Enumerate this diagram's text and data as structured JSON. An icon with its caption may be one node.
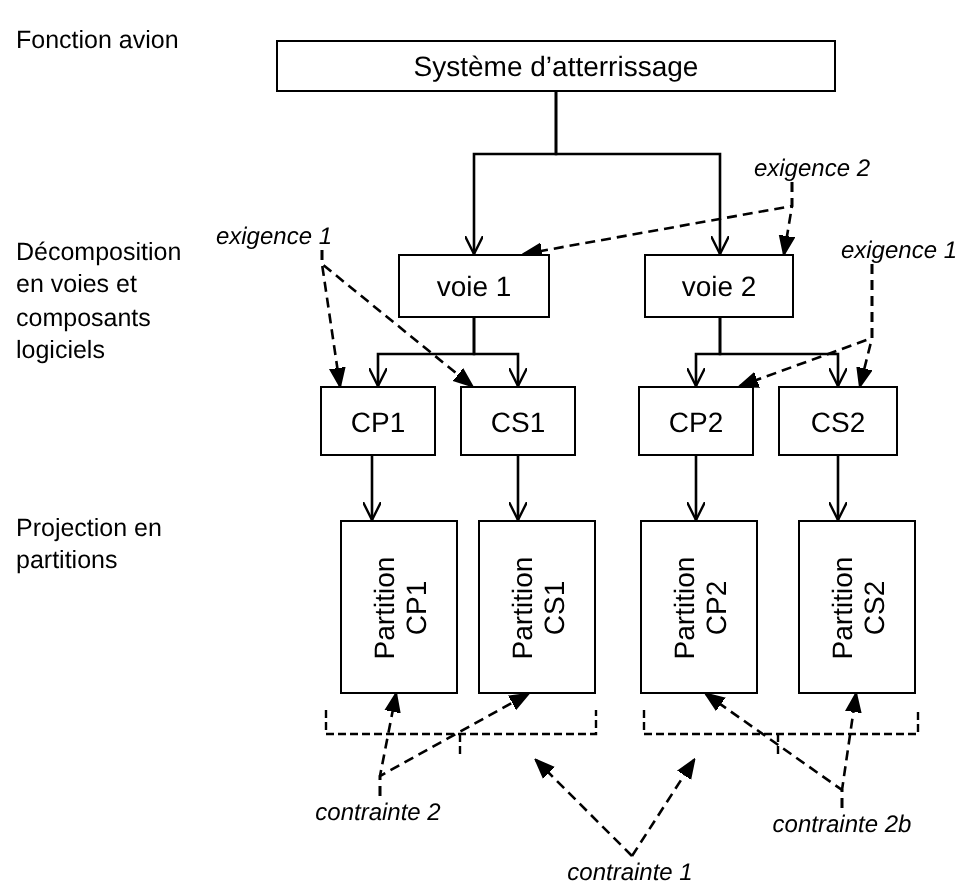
{
  "diagram": {
    "nodes": [
      {
        "text": [
          "Système d’atterrissage"
        ]
      },
      {
        "text": [
          "exigence 2"
        ]
      },
      {
        "text": [
          "exigence 1"
        ]
      },
      {
        "text": [
          "voie 1"
        ]
      },
      {
        "text": [
          "voie 2"
        ]
      },
      {
        "text": [
          "exigence 1"
        ]
      },
      {
        "text": [
          "CP1"
        ]
      },
      {
        "text": [
          "CS1"
        ]
      },
      {
        "text": [
          "CP2"
        ]
      },
      {
        "text": [
          "CS2"
        ]
      },
      {
        "text": [
          "Partition CP1"
        ]
      },
      {
        "text": [
          "Partition CS1"
        ]
      },
      {
        "text": [
          "Partition CP2"
        ]
      },
      {
        "text": [
          "Partition CS2"
        ]
      },
      {
        "text": [
          "contrainte 2"
        ]
      },
      {
        "text": [
          "contrainte 2b"
        ]
      },
      {
        "text": [
          "contrainte 1"
        ]
      }
    ],
    "edges": [
      {
        "from": 0,
        "to": 3,
        "arrow": "to"
      },
      {
        "from": 0,
        "to": 4,
        "arrow": "to"
      },
      {
        "from": 3,
        "to": 6,
        "arrow": "to"
      },
      {
        "from": 3,
        "to": 7,
        "arrow": "to"
      },
      {
        "from": 4,
        "to": 8,
        "arrow": "to"
      },
      {
        "from": 4,
        "to": 9,
        "arrow": "to"
      },
      {
        "from": 6,
        "to": 10,
        "arrow": "to"
      },
      {
        "from": 7,
        "to": 11,
        "arrow": "to"
      },
      {
        "from": 8,
        "to": 12,
        "arrow": "to"
      },
      {
        "from": 9,
        "to": 13,
        "arrow": "to"
      },
      {
        "from": 1,
        "to": 3,
        "arrow": "to",
        "style": "dashed"
      },
      {
        "from": 1,
        "to": 4,
        "arrow": "to",
        "style": "dashed"
      },
      {
        "from": 2,
        "to": 6,
        "arrow": "to",
        "style": "dashed"
      },
      {
        "from": 2,
        "to": 7,
        "arrow": "to",
        "style": "dashed"
      },
      {
        "from": 5,
        "to": 8,
        "arrow": "to",
        "style": "dashed"
      },
      {
        "from": 5,
        "to": 9,
        "arrow": "to",
        "style": "dashed"
      },
      {
        "from": 14,
        "to": 10,
        "arrow": "to",
        "style": "dashed"
      },
      {
        "from": 14,
        "to": 11,
        "arrow": "to",
        "style": "dashed"
      },
      {
        "from": 15,
        "to": 12,
        "arrow": "to",
        "style": "dashed"
      },
      {
        "from": 15,
        "to": 13,
        "arrow": "to",
        "style": "dashed"
      },
      {
        "from": 16,
        "to": null,
        "arrow": "to",
        "style": "dashed"
      },
      {
        "from": 16,
        "to": null,
        "arrow": "to",
        "style": "dashed"
      }
    ],
    "labels": [
      "Fonction avion",
      "Décomposition en voies et composants logiciels",
      "Projection en partitions"
    ]
  }
}
